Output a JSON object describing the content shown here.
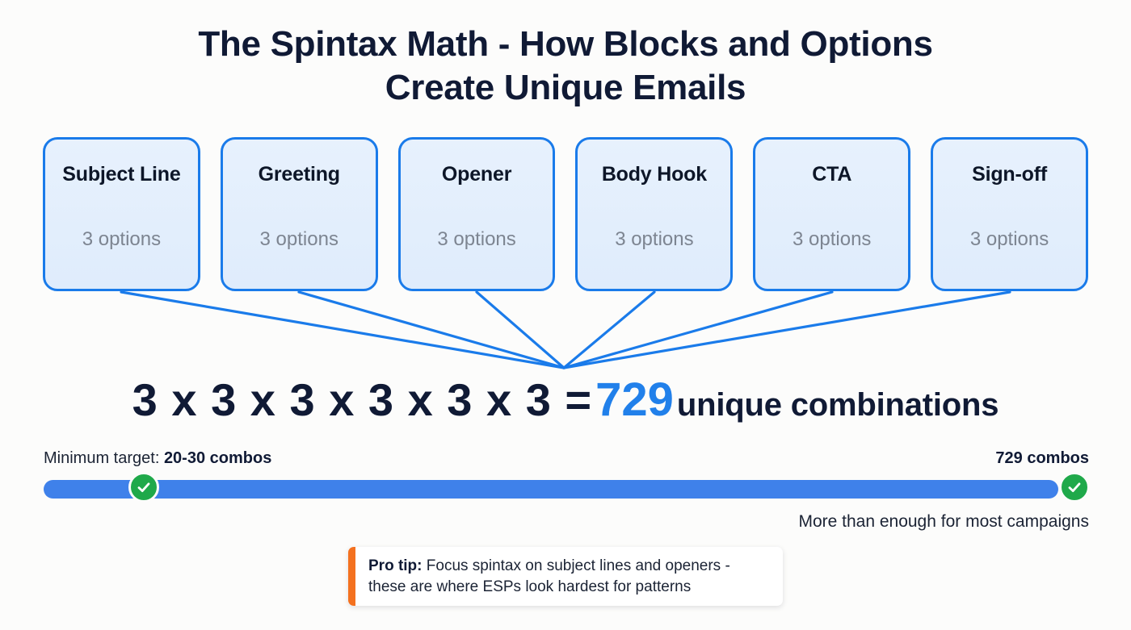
{
  "background_color": "#fcfcfb",
  "accent_colors": {
    "title_navy": "#101a35",
    "block_border_blue": "#1a7bea",
    "block_fill_blue": "#e3eefd",
    "highlight_blue": "#2180ea",
    "bar_blue": "#3f81ea",
    "check_green": "#1fa94a",
    "tip_orange": "#f4711f",
    "muted_gray": "#7d8591"
  },
  "header": {
    "title_line1": "The Spintax Math - How Blocks and Options",
    "title_line2": "Create Unique Emails"
  },
  "blocks": [
    {
      "label": "Subject Line",
      "options": "3 options",
      "count": 3
    },
    {
      "label": "Greeting",
      "options": "3 options",
      "count": 3
    },
    {
      "label": "Opener",
      "options": "3 options",
      "count": 3
    },
    {
      "label": "Body Hook",
      "options": "3 options",
      "count": 3
    },
    {
      "label": "CTA",
      "options": "3 options",
      "count": 3
    },
    {
      "label": "Sign-off",
      "options": "3 options",
      "count": 3
    }
  ],
  "equation": {
    "expression": "3 x 3 x 3 x 3 x 3 x 3 =",
    "total": "729",
    "tail": "unique combinations"
  },
  "progress": {
    "min_label_prefix": "Minimum target: ",
    "min_label_value": "20-30 combos",
    "max_label": "729 combos",
    "note": "More than enough for most campaigns",
    "min_marker_position_pct": 9,
    "max_marker_position_pct": 100,
    "check_icon": "check-icon"
  },
  "pro_tip": {
    "label": "Pro tip:",
    "text": " Focus spintax on subject lines and openers - these are where ESPs look hardest for patterns"
  }
}
